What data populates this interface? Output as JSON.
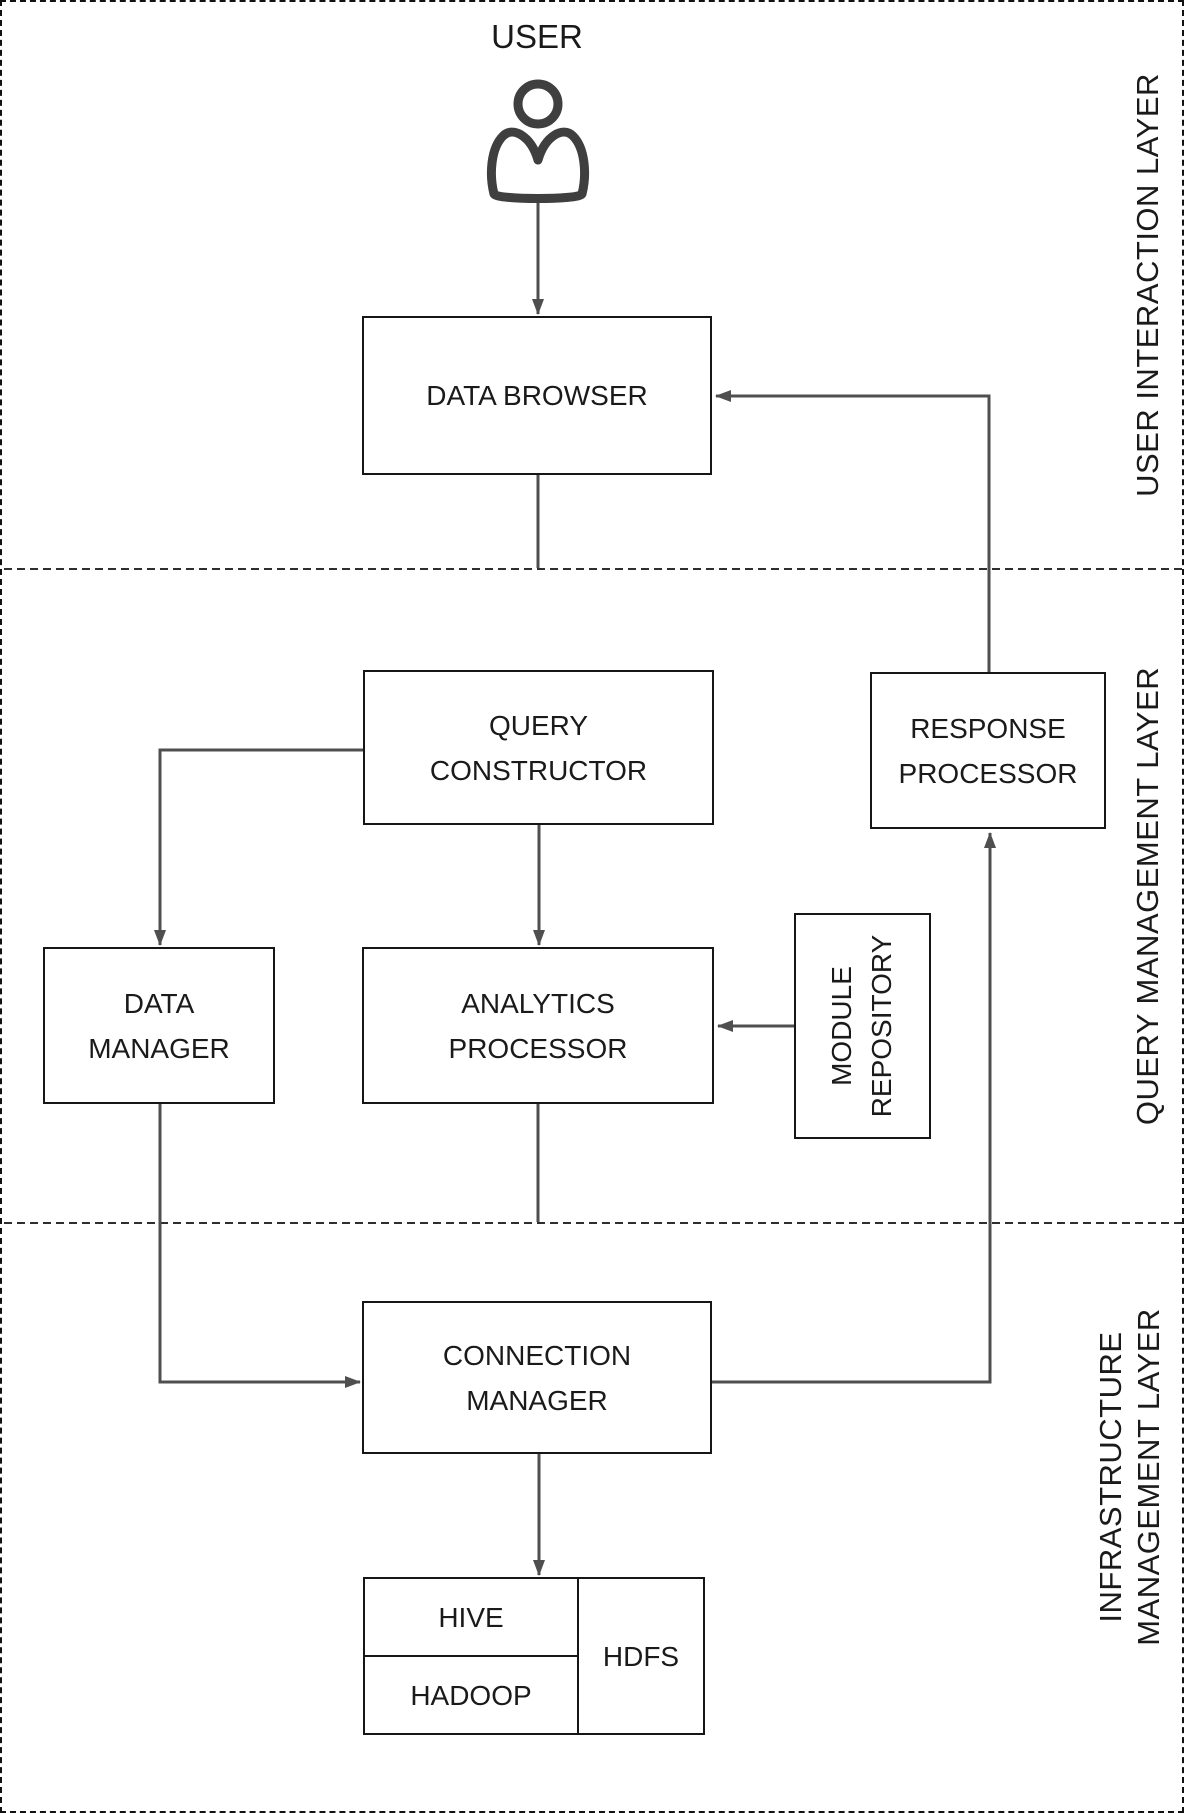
{
  "colors": {
    "line": "#4f4f4f",
    "border": "#161616",
    "text": "#1a1a1a",
    "background": "#ffffff"
  },
  "user": {
    "label": "USER"
  },
  "layers": [
    {
      "label": "USER INTERACTION LAYER"
    },
    {
      "label": "QUERY MANAGEMENT LAYER"
    },
    {
      "label": "INFRASTRUCTURE\nMANAGEMENT LAYER"
    }
  ],
  "nodes": {
    "data_browser": "DATA BROWSER",
    "query_constructor": "QUERY\nCONSTRUCTOR",
    "response_processor": "RESPONSE\nPROCESSOR",
    "data_manager": "DATA\nMANAGER",
    "analytics_processor": "ANALYTICS\nPROCESSOR",
    "module_repository": "MODULE\nREPOSITORY",
    "connection_manager": "CONNECTION\nMANAGER",
    "hive": "HIVE",
    "hadoop": "HADOOP",
    "hdfs": "HDFS"
  }
}
